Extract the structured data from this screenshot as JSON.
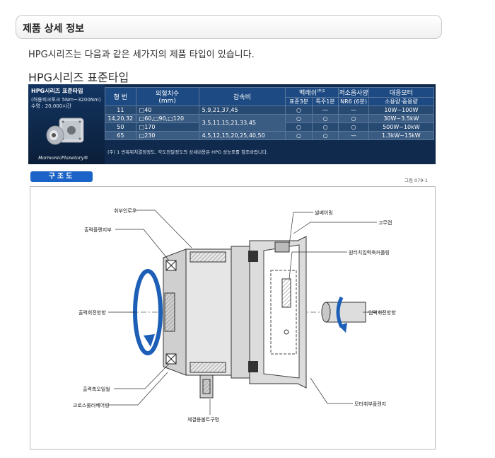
{
  "section": {
    "title": "제품 상세 정보"
  },
  "intro": "HPG시리즈는 다음과 같은 세가지의 제품 타입이 있습니다.",
  "subtitle": "HPG시리즈 표준타입",
  "spec_panel": {
    "left_title": "HPG시리즈 표준타입",
    "left_line1": "(허용피크토크 5Nm~3200Nm)",
    "left_line2": "수명 : 20,000시간",
    "brand": "HarmonicPlanetary®",
    "headers": {
      "model": "형 번",
      "dims": "외형치수",
      "dims_unit": "(mm)",
      "ratio": "감속비",
      "backlash": "백래쉬",
      "backlash_note": "(주)1",
      "backlash_std": "표준3분",
      "backlash_special": "특주1분",
      "low_temp": "저소음사양",
      "low_temp_sub": "NR6 (6분)",
      "motor": "대응모터",
      "motor_sub": "소용량·중용량"
    },
    "rows": [
      {
        "model": "11",
        "dims": "□40",
        "ratio": "5,9,21,37,45",
        "std": "○",
        "special": "—",
        "nr6": "—",
        "motor": "10W~100W"
      },
      {
        "model": "14,20,32",
        "dims": "□60,□90,□120",
        "ratio": "3,5,11,15,21,33,45",
        "std": "○",
        "special": "○",
        "nr6": "○",
        "motor": "30W~3.5kW"
      },
      {
        "model": "50",
        "dims": "□170",
        "ratio": "",
        "std": "○",
        "special": "○",
        "nr6": "○",
        "motor": "500W~10kW"
      },
      {
        "model": "65",
        "dims": "□230",
        "ratio": "4,5,12,15,20,25,40,50",
        "std": "○",
        "special": "○",
        "nr6": "—",
        "motor": "1.3kW~15kW"
      }
    ],
    "note": "(주) 1 반복위치결정정도, 각도전달정도의 상세내용은 HPG 성능표를 참조바랍니다."
  },
  "structure": {
    "tag": "구조도",
    "fig_no": "그림 079-1",
    "labels": {
      "l1": "취부인로우",
      "l2": "출력플랜지부",
      "l3": "출력회전방향",
      "l4": "출력축오일씰",
      "l5": "크로스롤러베어링",
      "r1": "씰베어링",
      "r2": "고무캡",
      "r3": "원터치입력축커플링",
      "r4": "입력회전방향",
      "r5": "모터취부플랜지",
      "b1": "체결용볼트구멍"
    }
  }
}
